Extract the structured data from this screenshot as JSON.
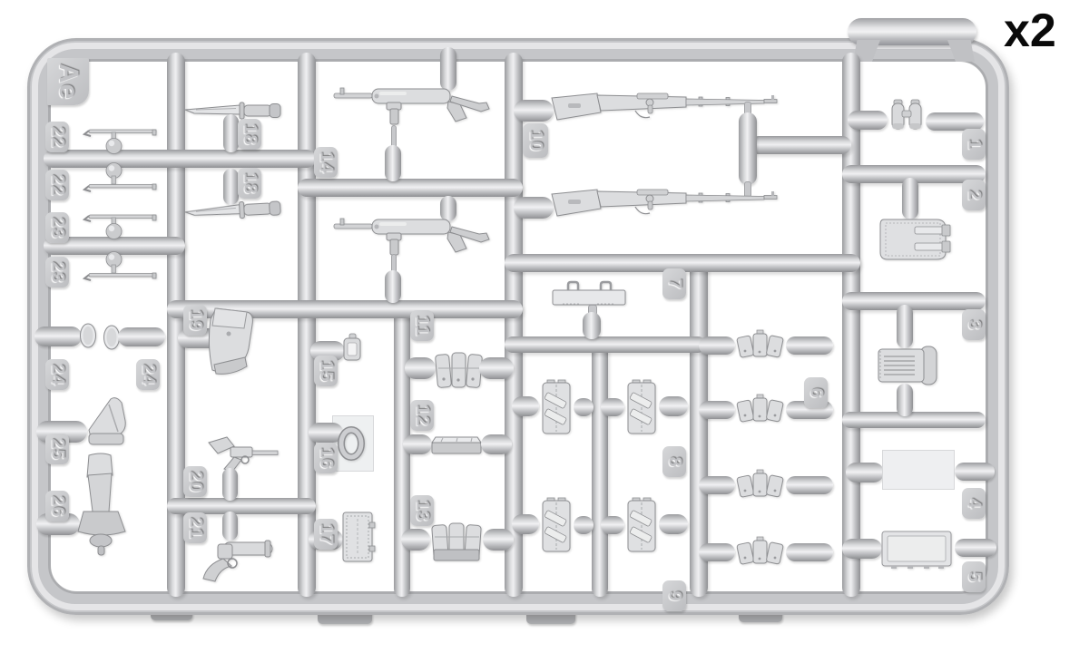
{
  "sprue": {
    "corner_label": "Ae",
    "multiplier": "x2",
    "tags": {
      "t1": "1",
      "t2": "2",
      "t3": "3",
      "t4": "4",
      "t5": "5",
      "t6": "6",
      "t7": "7",
      "t8": "8",
      "t9": "9",
      "t10": "10",
      "t11": "11",
      "t12": "12",
      "t13": "13",
      "t14": "14",
      "t15": "15",
      "t16": "16",
      "t17": "17",
      "t18a": "18",
      "t18b": "18",
      "t19": "19",
      "t20": "20",
      "t21": "21",
      "t22a": "22",
      "t22b": "22",
      "t23a": "23",
      "t23b": "23",
      "t24a": "24",
      "t24b": "24",
      "t25": "25",
      "t26": "26"
    },
    "colors": {
      "plastic": "#c9cacc",
      "plastic_light": "#f0f0f2",
      "plastic_dark": "#8f9093",
      "background": "#ffffff",
      "label_text": "#000000"
    }
  }
}
